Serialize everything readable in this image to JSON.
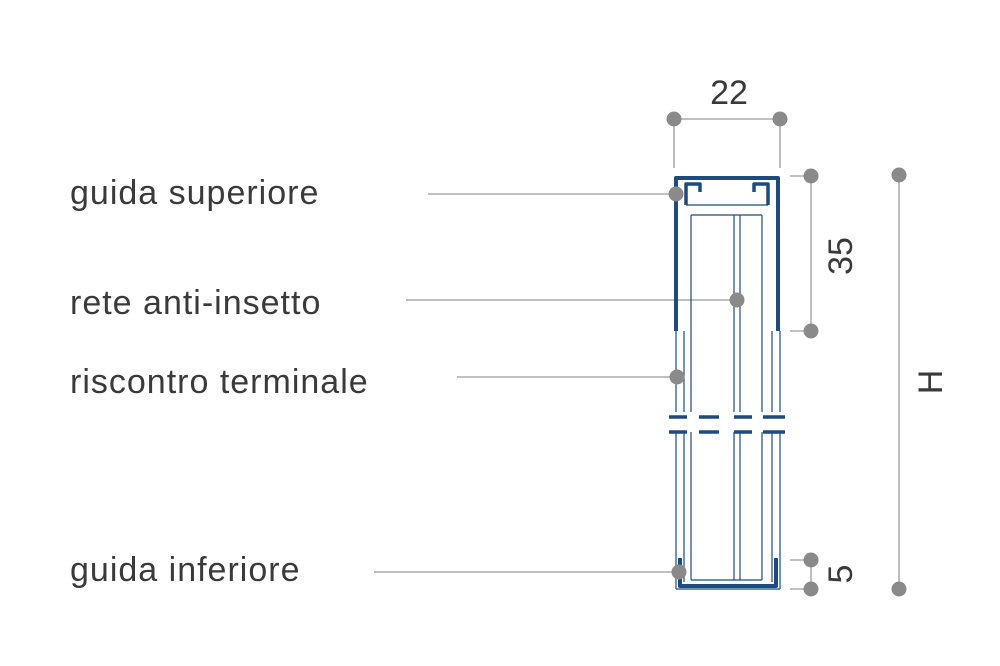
{
  "labels": {
    "top_guide": "guida superiore",
    "insect_net": "rete anti-insetto",
    "end_stop": "riscontro terminale",
    "bottom_guide": "guida inferiore"
  },
  "dimensions": {
    "width": "22",
    "top_height": "35",
    "total_height": "H",
    "bottom_height": "5"
  },
  "colors": {
    "profile": "#1f4a7e",
    "inner_line": "#1f4a7e",
    "leader": "#9a9a9a",
    "dot": "#8a8a8a",
    "text": "#3a3a3a"
  }
}
